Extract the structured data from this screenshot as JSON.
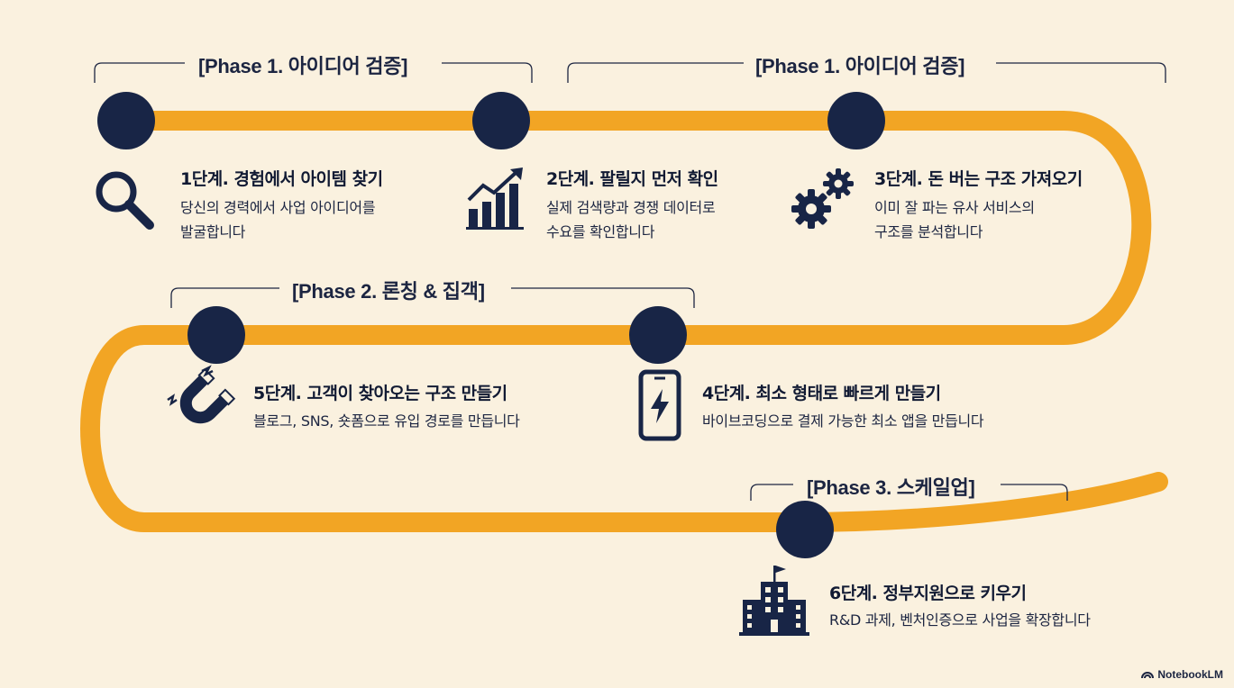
{
  "phases": [
    {
      "label": "[Phase 1. 아이디어 검증]"
    },
    {
      "label": "[Phase 1. 아이디어 검증]"
    },
    {
      "label": "[Phase 2. 론칭 & 집객]"
    },
    {
      "label": "[Phase 3. 스케일업]"
    }
  ],
  "steps": [
    {
      "title": "1단계. 경험에서 아이템 찾기",
      "desc": "당신의 경력에서 사업 아이디어를\n발굴합니다",
      "icon": "search-icon"
    },
    {
      "title": "2단계. 팔릴지 먼저 확인",
      "desc": "실제 검색량과 경쟁 데이터로\n수요를 확인합니다",
      "icon": "chart-growth-icon"
    },
    {
      "title": "3단계. 돈 버는 구조 가져오기",
      "desc": "이미 잘 파는 유사 서비스의\n구조를 분석합니다",
      "icon": "gears-icon"
    },
    {
      "title": "4단계. 최소 형태로 빠르게 만들기",
      "desc": "바이브코딩으로 결제 가능한 최소 앱을 만듭니다",
      "icon": "smartphone-icon"
    },
    {
      "title": "5단계. 고객이 찾아오는 구조 만들기",
      "desc": "블로그, SNS, 숏폼으로 유입 경로를 만듭니다",
      "icon": "magnet-icon"
    },
    {
      "title": "6단계. 정부지원으로 키우기",
      "desc": "R&D 과제, 벤처인증으로 사업을 확장합니다",
      "icon": "building-icon"
    }
  ],
  "brand": "NotebookLM",
  "colors": {
    "path": "#f2a524",
    "node": "#182546",
    "background": "#faf1df"
  }
}
